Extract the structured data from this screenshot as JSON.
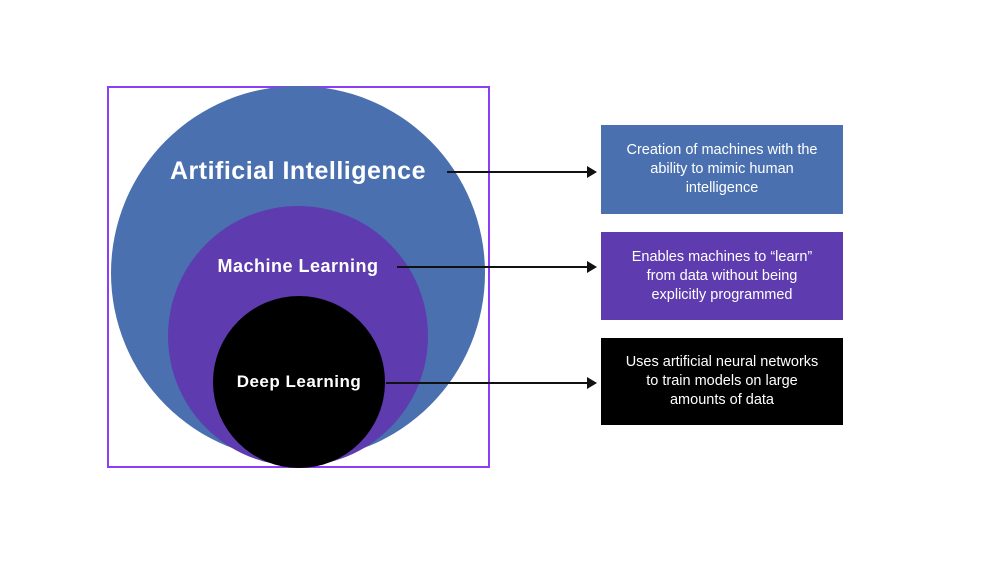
{
  "diagram": {
    "type": "nested-circles",
    "colors": {
      "ai_blue": "#4A70B0",
      "ml_purple": "#5E3BAE",
      "dl_black": "#000000",
      "frame_violet": "#8B3DF8",
      "arrow": "#111111",
      "label_text": "#FFFFFF"
    },
    "circles": [
      {
        "id": "artificial-intelligence",
        "label": "Artificial Intelligence",
        "color": "#4A70B0"
      },
      {
        "id": "machine-learning",
        "label": "Machine Learning",
        "color": "#5E3BAE"
      },
      {
        "id": "deep-learning",
        "label": "Deep Learning",
        "color": "#000000"
      }
    ],
    "callouts": [
      {
        "for": "Artificial Intelligence",
        "color": "#4A70B0",
        "text": "Creation of machines with the\nability to mimic human\nintelligence"
      },
      {
        "for": "Machine Learning",
        "color": "#5E3BAE",
        "text": "Enables machines to “learn”\nfrom data without being\nexplicitly programmed"
      },
      {
        "for": "Deep Learning",
        "color": "#000000",
        "text": "Uses artificial neural networks\nto train models on large\namounts of data"
      }
    ]
  }
}
